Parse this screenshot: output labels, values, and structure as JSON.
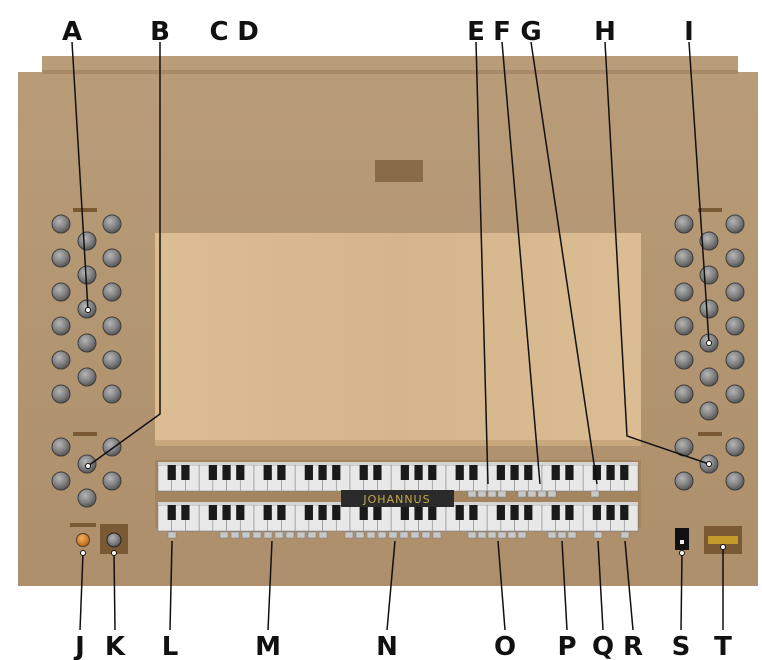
{
  "labels": {
    "A": "A",
    "B": "B",
    "C": "C",
    "D": "D",
    "E": "E",
    "F": "F",
    "G": "G",
    "H": "H",
    "I": "I",
    "J": "J",
    "K": "K",
    "L": "L",
    "M": "M",
    "N": "N",
    "O": "O",
    "P": "P",
    "Q": "Q",
    "R": "R",
    "S": "S",
    "T": "T"
  },
  "brand": "JOHANNUS",
  "colors": {
    "wood": "#b79a78",
    "wood_dark": "#8e6f4d",
    "music_desk": "#d8b98f",
    "keys_white": "#e6e6e6",
    "keys_black": "#1a1a1a",
    "stop_knob": "#7d7d7d",
    "leader_line": "#111111",
    "lamp_orange": "#e08a2a"
  }
}
